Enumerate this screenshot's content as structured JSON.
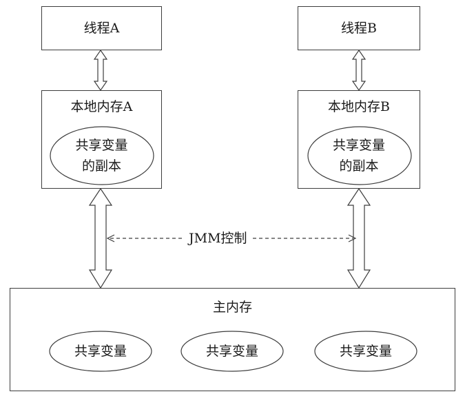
{
  "thread_a": {
    "label": "线程A"
  },
  "thread_b": {
    "label": "线程B"
  },
  "local_memory_a": {
    "label": "本地内存A",
    "shared_copy": {
      "line1": "共享变量",
      "line2": "的副本"
    }
  },
  "local_memory_b": {
    "label": "本地内存B",
    "shared_copy": {
      "line1": "共享变量",
      "line2": "的副本"
    }
  },
  "jmm_control": {
    "label": "JMM控制"
  },
  "main_memory": {
    "label": "主内存",
    "shared_variables": [
      {
        "label": "共享变量"
      },
      {
        "label": "共享变量"
      },
      {
        "label": "共享变量"
      }
    ]
  },
  "colors": {
    "line": "#3c3c3c",
    "background": "#ffffff",
    "text": "#1a1a1a"
  }
}
